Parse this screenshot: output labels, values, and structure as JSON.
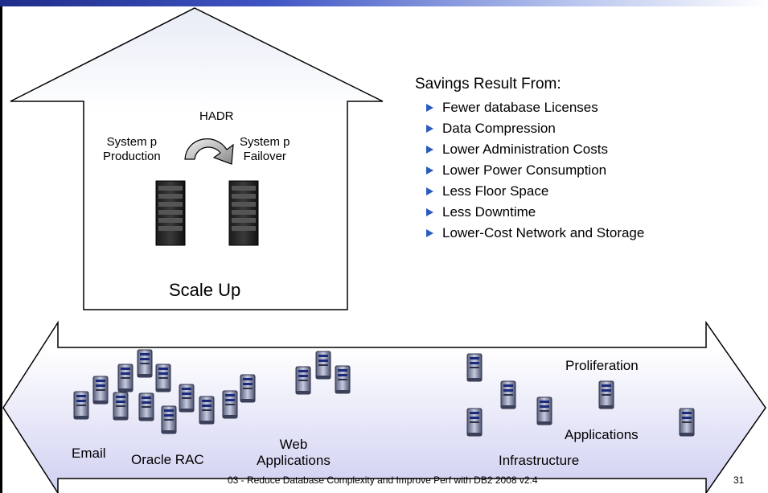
{
  "header": {
    "accent_color": "#2f44a8"
  },
  "scale_up": {
    "hadr_label": "HADR",
    "production_label": [
      "System p",
      "Production"
    ],
    "failover_label": [
      "System p",
      "Failover"
    ],
    "title": "Scale Up"
  },
  "savings": {
    "title": "Savings Result From:",
    "bullet_color": "#2a5bbd",
    "items": [
      "Fewer database Licenses",
      "Data Compression",
      "Lower Administration Costs",
      "Lower Power Consumption",
      "Less Floor Space",
      "Less Downtime",
      "Lower-Cost Network and Storage"
    ]
  },
  "scale_out": {
    "labels": {
      "email": "Email",
      "oracle_rac": "Oracle RAC",
      "web_applications": [
        "Web",
        "Applications"
      ],
      "infrastructure": "Infrastructure",
      "proliferation": "Proliferation",
      "applications": "Applications"
    },
    "arrow_fill_color": "#d5d5f5"
  },
  "footer": {
    "text": "03 - Reduce Database Complexity and Improve Perf with DB2 2008 v2.4",
    "page_number": "31"
  }
}
